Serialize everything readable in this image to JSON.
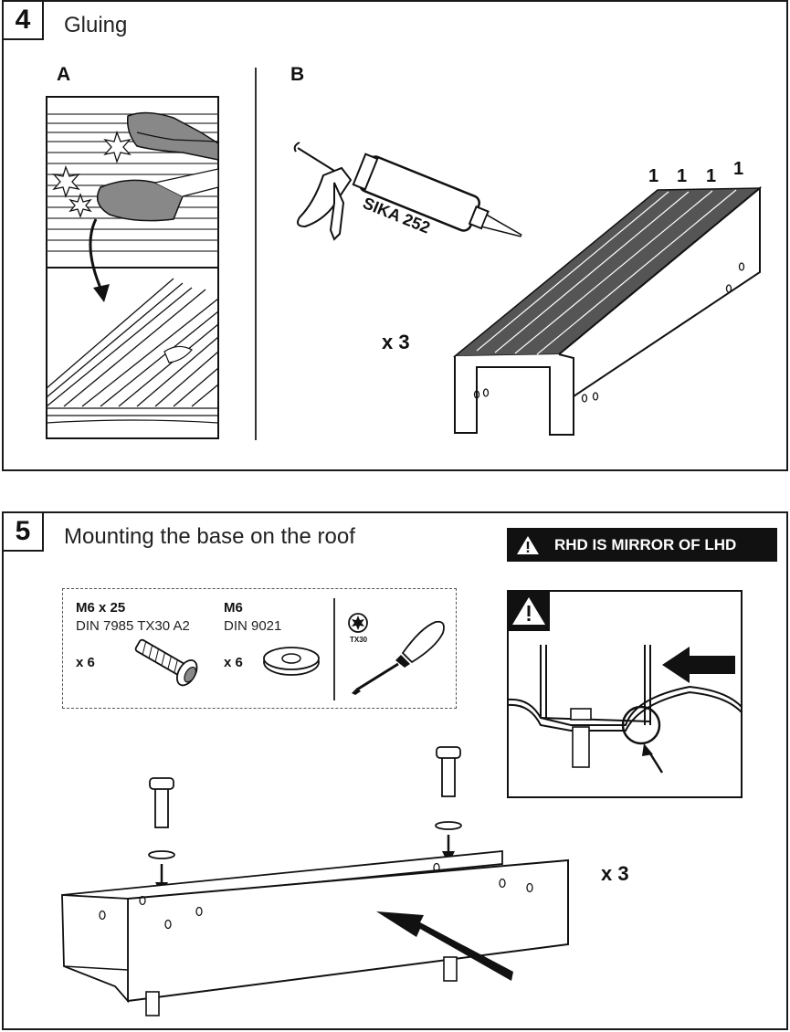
{
  "step4": {
    "number": "4",
    "title": "Gluing",
    "label_a": "A",
    "label_b": "B",
    "sealant_label": "SIKA 252",
    "quantity": "x 3",
    "channel_marks": [
      "1",
      "1",
      "1",
      "1"
    ]
  },
  "step5": {
    "number": "5",
    "title": "Mounting the base on the roof",
    "warning": "RHD IS MIRROR OF LHD",
    "parts": [
      {
        "name": "M6 x 25",
        "spec": "DIN 7985 TX30 A2",
        "qty": "x 6"
      },
      {
        "name": "M6",
        "spec": "DIN 9021",
        "qty": "x 6"
      }
    ],
    "tool_label": "TX30",
    "quantity": "x 3"
  },
  "icons": [
    "warning-triangle-icon",
    "torx-bit-icon",
    "screwdriver-icon",
    "bolt-icon",
    "washer-icon",
    "caulking-gun-icon",
    "arrow-icon"
  ]
}
